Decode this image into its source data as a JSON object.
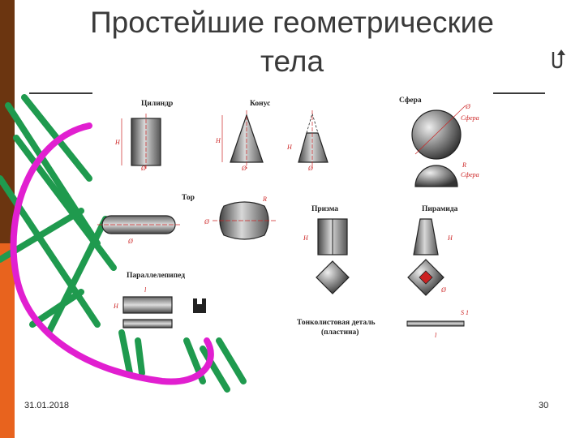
{
  "slide": {
    "title_line1": "Простейшие геометрические",
    "title_line2": "тела",
    "date": "31.01.2018",
    "page_number": "30"
  },
  "figures": {
    "cylinder": "Цилиндр",
    "cone": "Конус",
    "sphere": "Сфера",
    "torus": "Тор",
    "prism": "Призма",
    "pyramid": "Пирамида",
    "parallelepiped": "Параллелепипед",
    "thin_part_line1": "Тонколистовая деталь",
    "thin_part_line2": "(пластина)"
  },
  "dimension_labels": {
    "diameter": "Ø",
    "height": "H",
    "radius": "R",
    "sphere_note": "Сферa",
    "length": "l",
    "thickness": "S 1"
  },
  "colors": {
    "accent_orange": "#e8631e",
    "accent_brown": "#6b3510",
    "deco_green": "#1f9a4e",
    "deco_magenta": "#e11fd0",
    "dimension_red": "#c22222"
  }
}
